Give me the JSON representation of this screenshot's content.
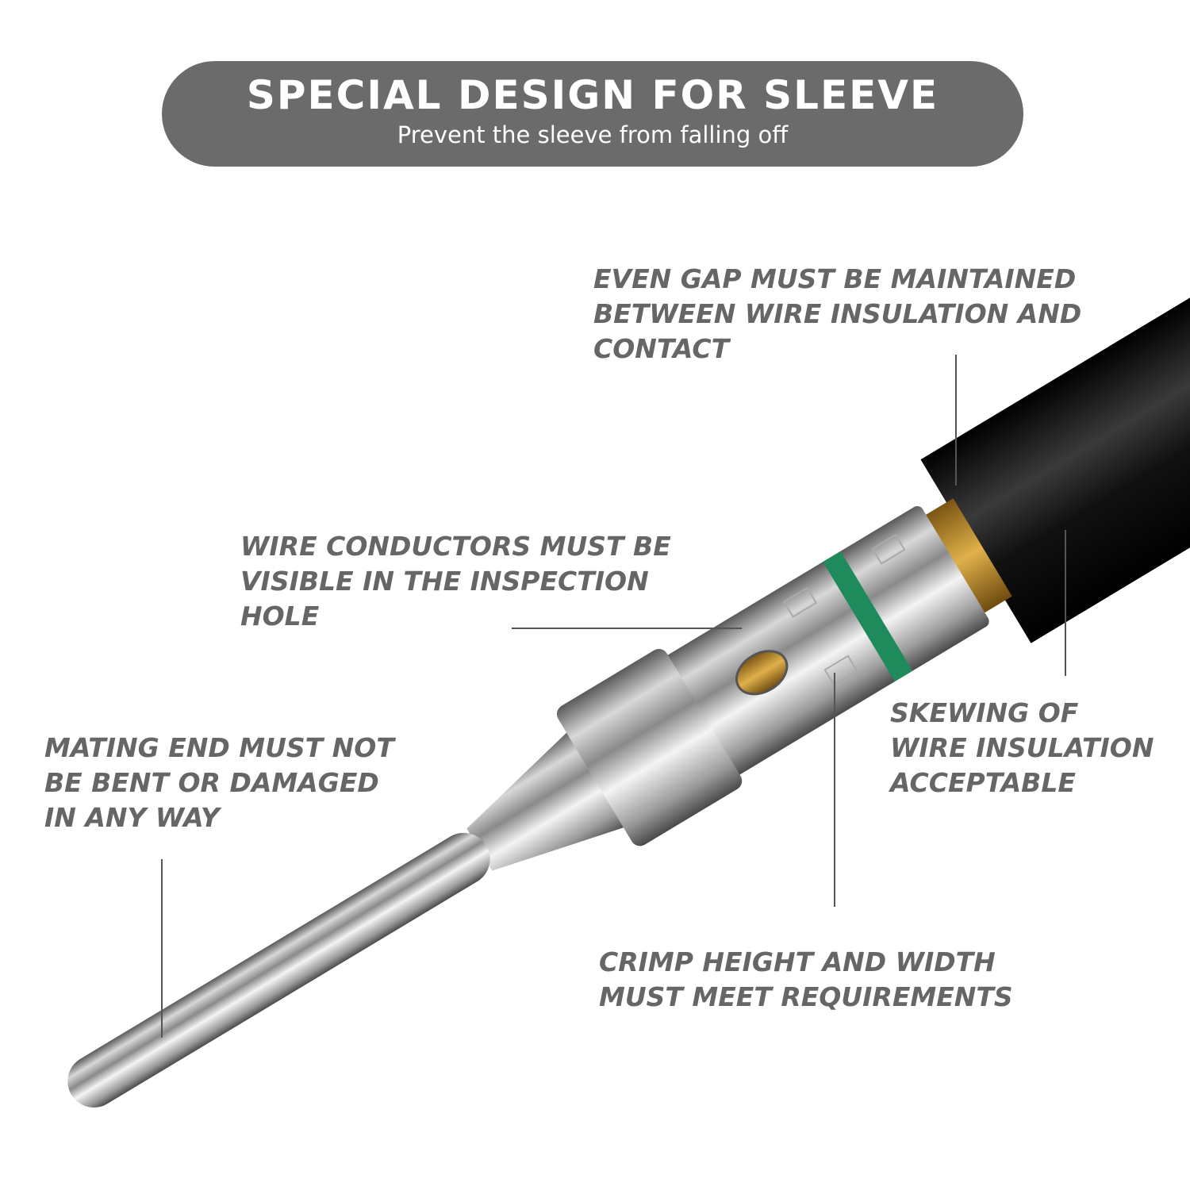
{
  "banner": {
    "title": "SPECIAL DESIGN FOR SLEEVE",
    "subtitle": "Prevent the sleeve from falling off"
  },
  "callouts": {
    "even_gap": [
      "EVEN GAP MUST BE MAINTAINED",
      "BETWEEN WIRE INSULATION AND",
      "CONTACT"
    ],
    "wire_conductors": [
      "WIRE CONDUCTORS MUST BE",
      "VISIBLE IN THE INSPECTION",
      "HOLE"
    ],
    "mating_end": [
      "MATING END MUST NOT",
      "BE BENT OR DAMAGED",
      "IN ANY WAY"
    ],
    "skewing": [
      "SKEWING OF",
      "WIRE INSULATION",
      "ACCEPTABLE"
    ],
    "crimp": [
      "CRIMP HEIGHT AND WIDTH",
      "MUST MEET REQUIREMENTS"
    ]
  },
  "colors": {
    "banner": "#6b6b6b",
    "label_text": "#666666",
    "band": "#1f8a5c",
    "insulation": "#111111",
    "conductor": "#c8932e"
  }
}
